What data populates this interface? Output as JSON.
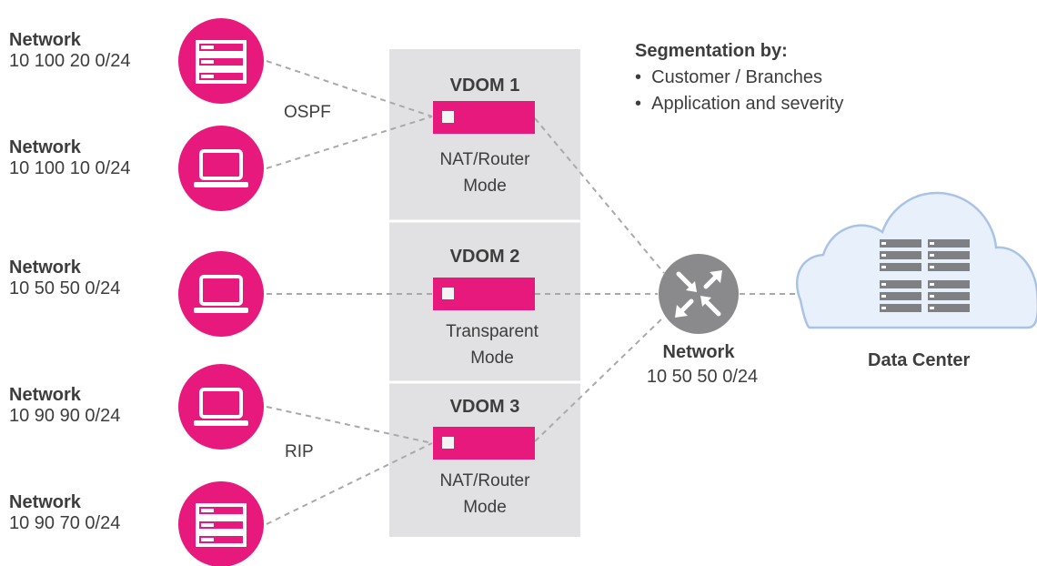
{
  "networks": [
    {
      "title": "Network",
      "address": "10 100 20 0/24",
      "icon": "server-icon"
    },
    {
      "title": "Network",
      "address": "10 100 10 0/24",
      "icon": "laptop-icon"
    },
    {
      "title": "Network",
      "address": "10 50 50 0/24",
      "icon": "laptop-icon"
    },
    {
      "title": "Network",
      "address": "10 90 90 0/24",
      "icon": "laptop-icon"
    },
    {
      "title": "Network",
      "address": "10 90 70 0/24",
      "icon": "server-icon"
    }
  ],
  "protocols": {
    "top": "OSPF",
    "bottom": "RIP"
  },
  "vdoms": [
    {
      "title": "VDOM 1",
      "mode_line1": "NAT/Router",
      "mode_line2": "Mode"
    },
    {
      "title": "VDOM 2",
      "mode_line1": "Transparent",
      "mode_line2": "Mode"
    },
    {
      "title": "VDOM 3",
      "mode_line1": "NAT/Router",
      "mode_line2": "Mode"
    }
  ],
  "segmentation": {
    "title": "Segmentation by:",
    "items": [
      "Customer / Branches",
      "Application and severity"
    ]
  },
  "center_network": {
    "title": "Network",
    "address": "10 50 50 0/24",
    "icon": "router-icon"
  },
  "data_center": {
    "label": "Data Center",
    "icon": "cloud-datacenter-icon"
  },
  "colors": {
    "accent": "#e8197d",
    "vdom_panel": "#e1e1e3",
    "router": "#8a8a8c",
    "cloud_fill": "#e8f0fb",
    "cloud_stroke": "#a9c3e6",
    "line": "#a9a9a9"
  }
}
